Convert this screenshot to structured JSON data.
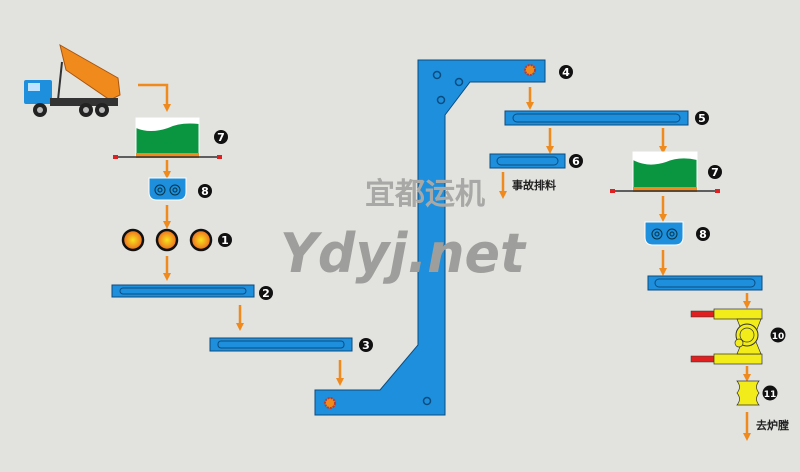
{
  "watermark": {
    "cn": "宜都运机",
    "en": "Ydyj.net"
  },
  "badges": {
    "b1": "1",
    "b2": "2",
    "b3": "3",
    "b4": "4",
    "b5": "5",
    "b6": "6",
    "b7a": "7",
    "b7b": "7",
    "b8a": "8",
    "b8b": "8",
    "b10": "10",
    "b11": "11"
  },
  "labels": {
    "emergency_discharge": "事故排料",
    "to_furnace": "去炉膛"
  },
  "colors": {
    "conveyor": "#1e8fdc",
    "arrow": "#f08a1c",
    "hopper": "#0a9640",
    "crusher_yellow": "#f2ec1a",
    "red": "#e02020"
  }
}
